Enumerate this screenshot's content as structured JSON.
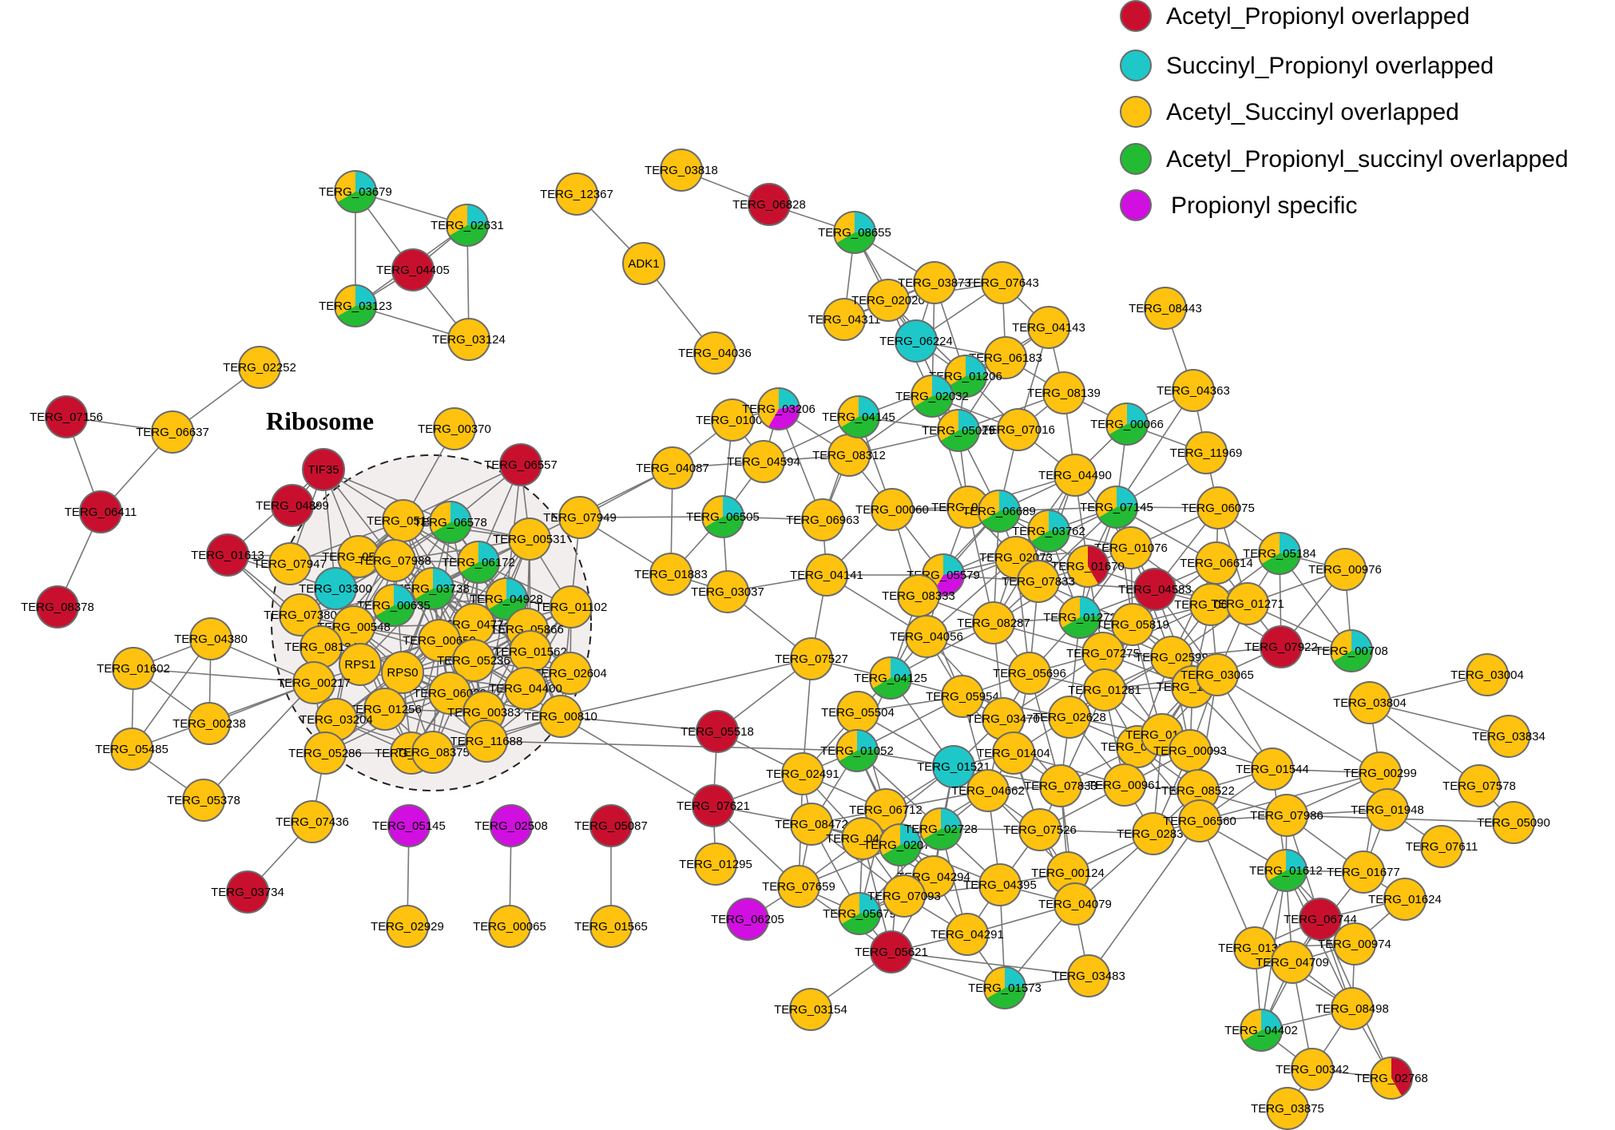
{
  "colors": {
    "acetyl_propionyl": "#c8102e",
    "succinyl_propionyl": "#1ec8c8",
    "acetyl_succinyl": "#ffc20e",
    "acetyl_propionyl_succinyl": "#22bb33",
    "propionyl_specific": "#d10fe0",
    "edge": "#777777",
    "node_stroke": "#6b6b6b",
    "cluster_fill": "#f3eeee"
  },
  "legend": [
    {
      "label": "Acetyl_Propionyl overlapped",
      "color": "#c8102e"
    },
    {
      "label": "Succinyl_Propionyl overlapped",
      "color": "#1ec8c8"
    },
    {
      "label": "Acetyl_Succinyl overlapped",
      "color": "#ffc20e"
    },
    {
      "label": "Acetyl_Propionyl_succinyl overlapped",
      "color": "#22bb33"
    },
    {
      "label": "Propionyl specific",
      "color": "#d10fe0"
    }
  ],
  "cluster_label": "Ribosome",
  "nodes": {
    "n1": {
      "label": "TERG_03679",
      "fill": "mix"
    },
    "n2": {
      "label": "TERG_02631",
      "fill": "mix"
    },
    "n3": {
      "label": "TERG_04405",
      "fill": "red"
    },
    "n4": {
      "label": "TERG_03123",
      "fill": "mix"
    },
    "n5": {
      "label": "TERG_03124",
      "fill": "yellow"
    },
    "n6": {
      "label": "TERG_12367",
      "fill": "yellow"
    },
    "n7": {
      "label": "ADK1",
      "fill": "yellow"
    },
    "n8": {
      "label": "TERG_04036",
      "fill": "yellow"
    },
    "n9": {
      "label": "TERG_03818",
      "fill": "yellow"
    },
    "n10": {
      "label": "TERG_06828",
      "fill": "red"
    },
    "n11": {
      "label": "TERG_08655",
      "fill": "mix"
    },
    "n12": {
      "label": "TERG_02252",
      "fill": "yellow"
    },
    "n13": {
      "label": "TERG_07156",
      "fill": "red"
    },
    "n14": {
      "label": "TERG_06637",
      "fill": "yellow"
    },
    "n15": {
      "label": "TERG_06411",
      "fill": "red"
    },
    "n16": {
      "label": "TERG_08378",
      "fill": "red"
    },
    "n17": {
      "label": "TERG_00370",
      "fill": "yellow"
    },
    "n18": {
      "label": "TIF35",
      "fill": "red"
    },
    "n19": {
      "label": "TERG_06557",
      "fill": "red"
    },
    "n20": {
      "label": "TERG_04899",
      "fill": "red"
    },
    "n21": {
      "label": "TERG_05194",
      "fill": "yellow"
    },
    "n22": {
      "label": "TERG_01613",
      "fill": "red"
    },
    "n23": {
      "label": "TERG_05788",
      "fill": "yellow"
    },
    "n24": {
      "label": "TERG_06578",
      "fill": "mix"
    },
    "n25": {
      "label": "TERG_00531",
      "fill": "yellow"
    },
    "n26": {
      "label": "TERG_07947",
      "fill": "yellow"
    },
    "n27": {
      "label": "TERG_07988",
      "fill": "yellow"
    },
    "n28": {
      "label": "TERG_06172",
      "fill": "mix"
    },
    "n29": {
      "label": "TERG_03300",
      "fill": "cyan"
    },
    "n30": {
      "label": "TERG_03738",
      "fill": "mix"
    },
    "n31": {
      "label": "TERG_04928",
      "fill": "mix"
    },
    "n32": {
      "label": "TERG_00635",
      "fill": "mix"
    },
    "n33": {
      "label": "TERG_07380",
      "fill": "yellow"
    },
    "n34": {
      "label": "TERG_00548",
      "fill": "yellow"
    },
    "n35": {
      "label": "TERG_04774",
      "fill": "yellow"
    },
    "n36": {
      "label": "TERG_01102",
      "fill": "yellow"
    },
    "n37": {
      "label": "TERG_05866",
      "fill": "yellow"
    },
    "n38": {
      "label": "TERG_08134",
      "fill": "yellow"
    },
    "n39": {
      "label": "TERG_00650",
      "fill": "yellow"
    },
    "n40": {
      "label": "TERG_01562",
      "fill": "yellow"
    },
    "n41": {
      "label": "RPS1",
      "fill": "yellow"
    },
    "n42": {
      "label": "RPS0",
      "fill": "yellow"
    },
    "n43": {
      "label": "TERG_05236",
      "fill": "yellow"
    },
    "n44": {
      "label": "TERG_00217",
      "fill": "yellow"
    },
    "n45": {
      "label": "TERG_02604",
      "fill": "yellow"
    },
    "n46": {
      "label": "TERG_06022",
      "fill": "yellow"
    },
    "n47": {
      "label": "TERG_04400",
      "fill": "yellow"
    },
    "n48": {
      "label": "TERG_01256",
      "fill": "yellow"
    },
    "n49": {
      "label": "TERG_03204",
      "fill": "yellow"
    },
    "n50": {
      "label": "TERG_00383",
      "fill": "yellow"
    },
    "n51": {
      "label": "TERG_00810",
      "fill": "yellow"
    },
    "n52": {
      "label": "TERG_00783",
      "fill": "yellow"
    },
    "n53": {
      "label": "TERG_05286",
      "fill": "yellow"
    },
    "n54": {
      "label": "TERG_08375",
      "fill": "yellow"
    },
    "n55": {
      "label": "TERG_11688",
      "fill": "yellow"
    },
    "n56": {
      "label": "TERG_04380",
      "fill": "yellow"
    },
    "n57": {
      "label": "TERG_01602",
      "fill": "yellow"
    },
    "n58": {
      "label": "TERG_00238",
      "fill": "yellow"
    },
    "n59": {
      "label": "TERG_05485",
      "fill": "yellow"
    },
    "n60": {
      "label": "TERG_05378",
      "fill": "yellow"
    },
    "n61": {
      "label": "TERG_07436",
      "fill": "yellow"
    },
    "n62": {
      "label": "TERG_03734",
      "fill": "red"
    },
    "n63": {
      "label": "TERG_05145",
      "fill": "magenta"
    },
    "n64": {
      "label": "TERG_02929",
      "fill": "yellow"
    },
    "n65": {
      "label": "TERG_02508",
      "fill": "magenta"
    },
    "n66": {
      "label": "TERG_00065",
      "fill": "yellow"
    },
    "n67": {
      "label": "TERG_05087",
      "fill": "red"
    },
    "n68": {
      "label": "TERG_01565",
      "fill": "yellow"
    },
    "n69": {
      "label": "TERG_05518",
      "fill": "red"
    },
    "n70": {
      "label": "TERG_07621",
      "fill": "red"
    },
    "n71": {
      "label": "TERG_01295",
      "fill": "yellow"
    },
    "n72": {
      "label": "TERG_06205",
      "fill": "magenta"
    },
    "n73": {
      "label": "TERG_07949",
      "fill": "yellow"
    },
    "n74": {
      "label": "TERG_01883",
      "fill": "yellow"
    },
    "n75": {
      "label": "TERG_03037",
      "fill": "yellow"
    },
    "n76": {
      "label": "TERG_04087",
      "fill": "yellow"
    },
    "n77": {
      "label": "TERG_01002",
      "fill": "yellow"
    },
    "n78": {
      "label": "TERG_03206",
      "fill": "mix3"
    },
    "n79": {
      "label": "TERG_04594",
      "fill": "yellow"
    },
    "n80": {
      "label": "TERG_06505",
      "fill": "mix"
    },
    "n81": {
      "label": "TERG_08312",
      "fill": "yellow"
    },
    "n82": {
      "label": "TERG_04145",
      "fill": "mix"
    },
    "n83": {
      "label": "TERG_06963",
      "fill": "yellow"
    },
    "n84": {
      "label": "TERG_04141",
      "fill": "yellow"
    },
    "n85": {
      "label": "TERG_07527",
      "fill": "yellow"
    },
    "n86": {
      "label": "TERG_04311",
      "fill": "yellow"
    },
    "n87": {
      "label": "TERG_02020",
      "fill": "yellow"
    },
    "n88": {
      "label": "TERG_03873",
      "fill": "yellow"
    },
    "n89": {
      "label": "TERG_07643",
      "fill": "yellow"
    },
    "n90": {
      "label": "TERG_06224",
      "fill": "cyan"
    },
    "n91": {
      "label": "TERG_04143",
      "fill": "yellow"
    },
    "n92": {
      "label": "TERG_06183",
      "fill": "yellow"
    },
    "n93": {
      "label": "TERG_01206",
      "fill": "mix"
    },
    "n94": {
      "label": "TERG_02032",
      "fill": "mix"
    },
    "n95": {
      "label": "TERG_05029",
      "fill": "mix"
    },
    "n96": {
      "label": "TERG_07016",
      "fill": "yellow"
    },
    "n97": {
      "label": "TERG_08139",
      "fill": "yellow"
    },
    "n98": {
      "label": "TERG_08443",
      "fill": "yellow"
    },
    "n99": {
      "label": "TERG_04363",
      "fill": "yellow"
    },
    "n100": {
      "label": "TERG_00066",
      "fill": "mix"
    },
    "n101": {
      "label": "TERG_11969",
      "fill": "yellow"
    },
    "n102": {
      "label": "TERG_04490",
      "fill": "yellow"
    },
    "n103": {
      "label": "TERG_00060",
      "fill": "yellow"
    },
    "n104": {
      "label": "TERG_07205",
      "fill": "yellow"
    },
    "n105": {
      "label": "TERG_06689",
      "fill": "mix"
    },
    "n106": {
      "label": "TERG_07145",
      "fill": "mix"
    },
    "n107": {
      "label": "TERG_06075",
      "fill": "yellow"
    },
    "n108": {
      "label": "TERG_03762",
      "fill": "mix"
    },
    "n109": {
      "label": "TERG_01076",
      "fill": "yellow"
    },
    "n110": {
      "label": "TERG_05579",
      "fill": "mix3"
    },
    "n111": {
      "label": "TERG_02073",
      "fill": "yellow"
    },
    "n112": {
      "label": "TERG_01670",
      "fill": "mix4"
    },
    "n113": {
      "label": "TERG_06614",
      "fill": "yellow"
    },
    "n114": {
      "label": "TERG_05184",
      "fill": "mix"
    },
    "n115": {
      "label": "TERG_00976",
      "fill": "yellow"
    },
    "n116": {
      "label": "TERG_08333",
      "fill": "yellow"
    },
    "n117": {
      "label": "TERG_07833",
      "fill": "yellow"
    },
    "n118": {
      "label": "TERG_04583",
      "fill": "red"
    },
    "n119": {
      "label": "TERG_06569",
      "fill": "yellow"
    },
    "n120": {
      "label": "TERG_01271",
      "fill": "yellow"
    },
    "n121": {
      "label": "TERG_04056",
      "fill": "yellow"
    },
    "n122": {
      "label": "TERG_08287",
      "fill": "yellow"
    },
    "n123": {
      "label": "TERG_01272",
      "fill": "mix"
    },
    "n124": {
      "label": "TERG_05819",
      "fill": "yellow"
    },
    "n125": {
      "label": "TERG_07922",
      "fill": "red"
    },
    "n126": {
      "label": "TERG_00708",
      "fill": "mix"
    },
    "n127": {
      "label": "TERG_04125",
      "fill": "mix"
    },
    "n128": {
      "label": "TERG_05696",
      "fill": "yellow"
    },
    "n129": {
      "label": "TERG_07275",
      "fill": "yellow"
    },
    "n130": {
      "label": "TERG_02599",
      "fill": "yellow"
    },
    "n131": {
      "label": "TERG_01281",
      "fill": "yellow"
    },
    "n132": {
      "label": "TERG_11506",
      "fill": "yellow"
    },
    "n133": {
      "label": "TERG_03065",
      "fill": "yellow"
    },
    "n134": {
      "label": "TERG_03004",
      "fill": "yellow"
    },
    "n135": {
      "label": "TERG_03804",
      "fill": "yellow"
    },
    "n136": {
      "label": "TERG_03834",
      "fill": "yellow"
    },
    "n137": {
      "label": "TERG_05504",
      "fill": "yellow"
    },
    "n138": {
      "label": "TERG_05954",
      "fill": "yellow"
    },
    "n139": {
      "label": "TERG_03470",
      "fill": "yellow"
    },
    "n140": {
      "label": "TERG_02628",
      "fill": "yellow"
    },
    "n141": {
      "label": "TERG_03781",
      "fill": "yellow"
    },
    "n142": {
      "label": "TERG_01289",
      "fill": "yellow"
    },
    "n143": {
      "label": "TERG_00093",
      "fill": "yellow"
    },
    "n144": {
      "label": "TERG_00299",
      "fill": "yellow"
    },
    "n145": {
      "label": "TERG_01052",
      "fill": "mix"
    },
    "n146": {
      "label": "TERG_01521",
      "fill": "cyan"
    },
    "n147": {
      "label": "TERG_01404",
      "fill": "yellow"
    },
    "n148": {
      "label": "TERG_04662",
      "fill": "yellow"
    },
    "n149": {
      "label": "TERG_07833",
      "fill": "yellow"
    },
    "n150": {
      "label": "TERG_00961",
      "fill": "yellow"
    },
    "n151": {
      "label": "TERG_01544",
      "fill": "yellow"
    },
    "n152": {
      "label": "TERG_08522",
      "fill": "yellow"
    },
    "n153": {
      "label": "TERG_07578",
      "fill": "yellow"
    },
    "n154": {
      "label": "TERG_02491",
      "fill": "yellow"
    },
    "n155": {
      "label": "TERG_06712",
      "fill": "yellow"
    },
    "n156": {
      "label": "TERG_08472",
      "fill": "yellow"
    },
    "n157": {
      "label": "TERG_04282",
      "fill": "yellow"
    },
    "n158": {
      "label": "TERG_02078",
      "fill": "mix"
    },
    "n159": {
      "label": "TERG_02728",
      "fill": "mix"
    },
    "n160": {
      "label": "TERG_07526",
      "fill": "yellow"
    },
    "n161": {
      "label": "TERG_02836",
      "fill": "yellow"
    },
    "n162": {
      "label": "TERG_06560",
      "fill": "yellow"
    },
    "n163": {
      "label": "TERG_07986",
      "fill": "yellow"
    },
    "n164": {
      "label": "TERG_01948",
      "fill": "yellow"
    },
    "n165": {
      "label": "TERG_05090",
      "fill": "yellow"
    },
    "n166": {
      "label": "TERG_07611",
      "fill": "yellow"
    },
    "n167": {
      "label": "TERG_07659",
      "fill": "yellow"
    },
    "n168": {
      "label": "TERG_04294",
      "fill": "yellow"
    },
    "n169": {
      "label": "TERG_04395",
      "fill": "yellow"
    },
    "n170": {
      "label": "TERG_00124",
      "fill": "yellow"
    },
    "n171": {
      "label": "TERG_04079",
      "fill": "yellow"
    },
    "n172": {
      "label": "TERG_01612",
      "fill": "mix"
    },
    "n173": {
      "label": "TERG_01677",
      "fill": "yellow"
    },
    "n174": {
      "label": "TERG_05679",
      "fill": "mix"
    },
    "n175": {
      "label": "TERG_07093",
      "fill": "yellow"
    },
    "n176": {
      "label": "TERG_01624",
      "fill": "yellow"
    },
    "n177": {
      "label": "TERG_06744",
      "fill": "red"
    },
    "n178": {
      "label": "TERG_04291",
      "fill": "yellow"
    },
    "n179": {
      "label": "TERG_05621",
      "fill": "red"
    },
    "n180": {
      "label": "TERG_01359",
      "fill": "yellow"
    },
    "n181": {
      "label": "TERG_00974",
      "fill": "yellow"
    },
    "n182": {
      "label": "TERG_04709",
      "fill": "yellow"
    },
    "n183": {
      "label": "TERG_03483",
      "fill": "yellow"
    },
    "n184": {
      "label": "TERG_01573",
      "fill": "mix"
    },
    "n185": {
      "label": "TERG_03154",
      "fill": "yellow"
    },
    "n186": {
      "label": "TERG_08498",
      "fill": "yellow"
    },
    "n187": {
      "label": "TERG_04402",
      "fill": "mix"
    },
    "n188": {
      "label": "TERG_00342",
      "fill": "yellow"
    },
    "n189": {
      "label": "TERG_02768",
      "fill": "mix4"
    },
    "n190": {
      "label": "TERG_03875",
      "fill": "yellow"
    }
  }
}
